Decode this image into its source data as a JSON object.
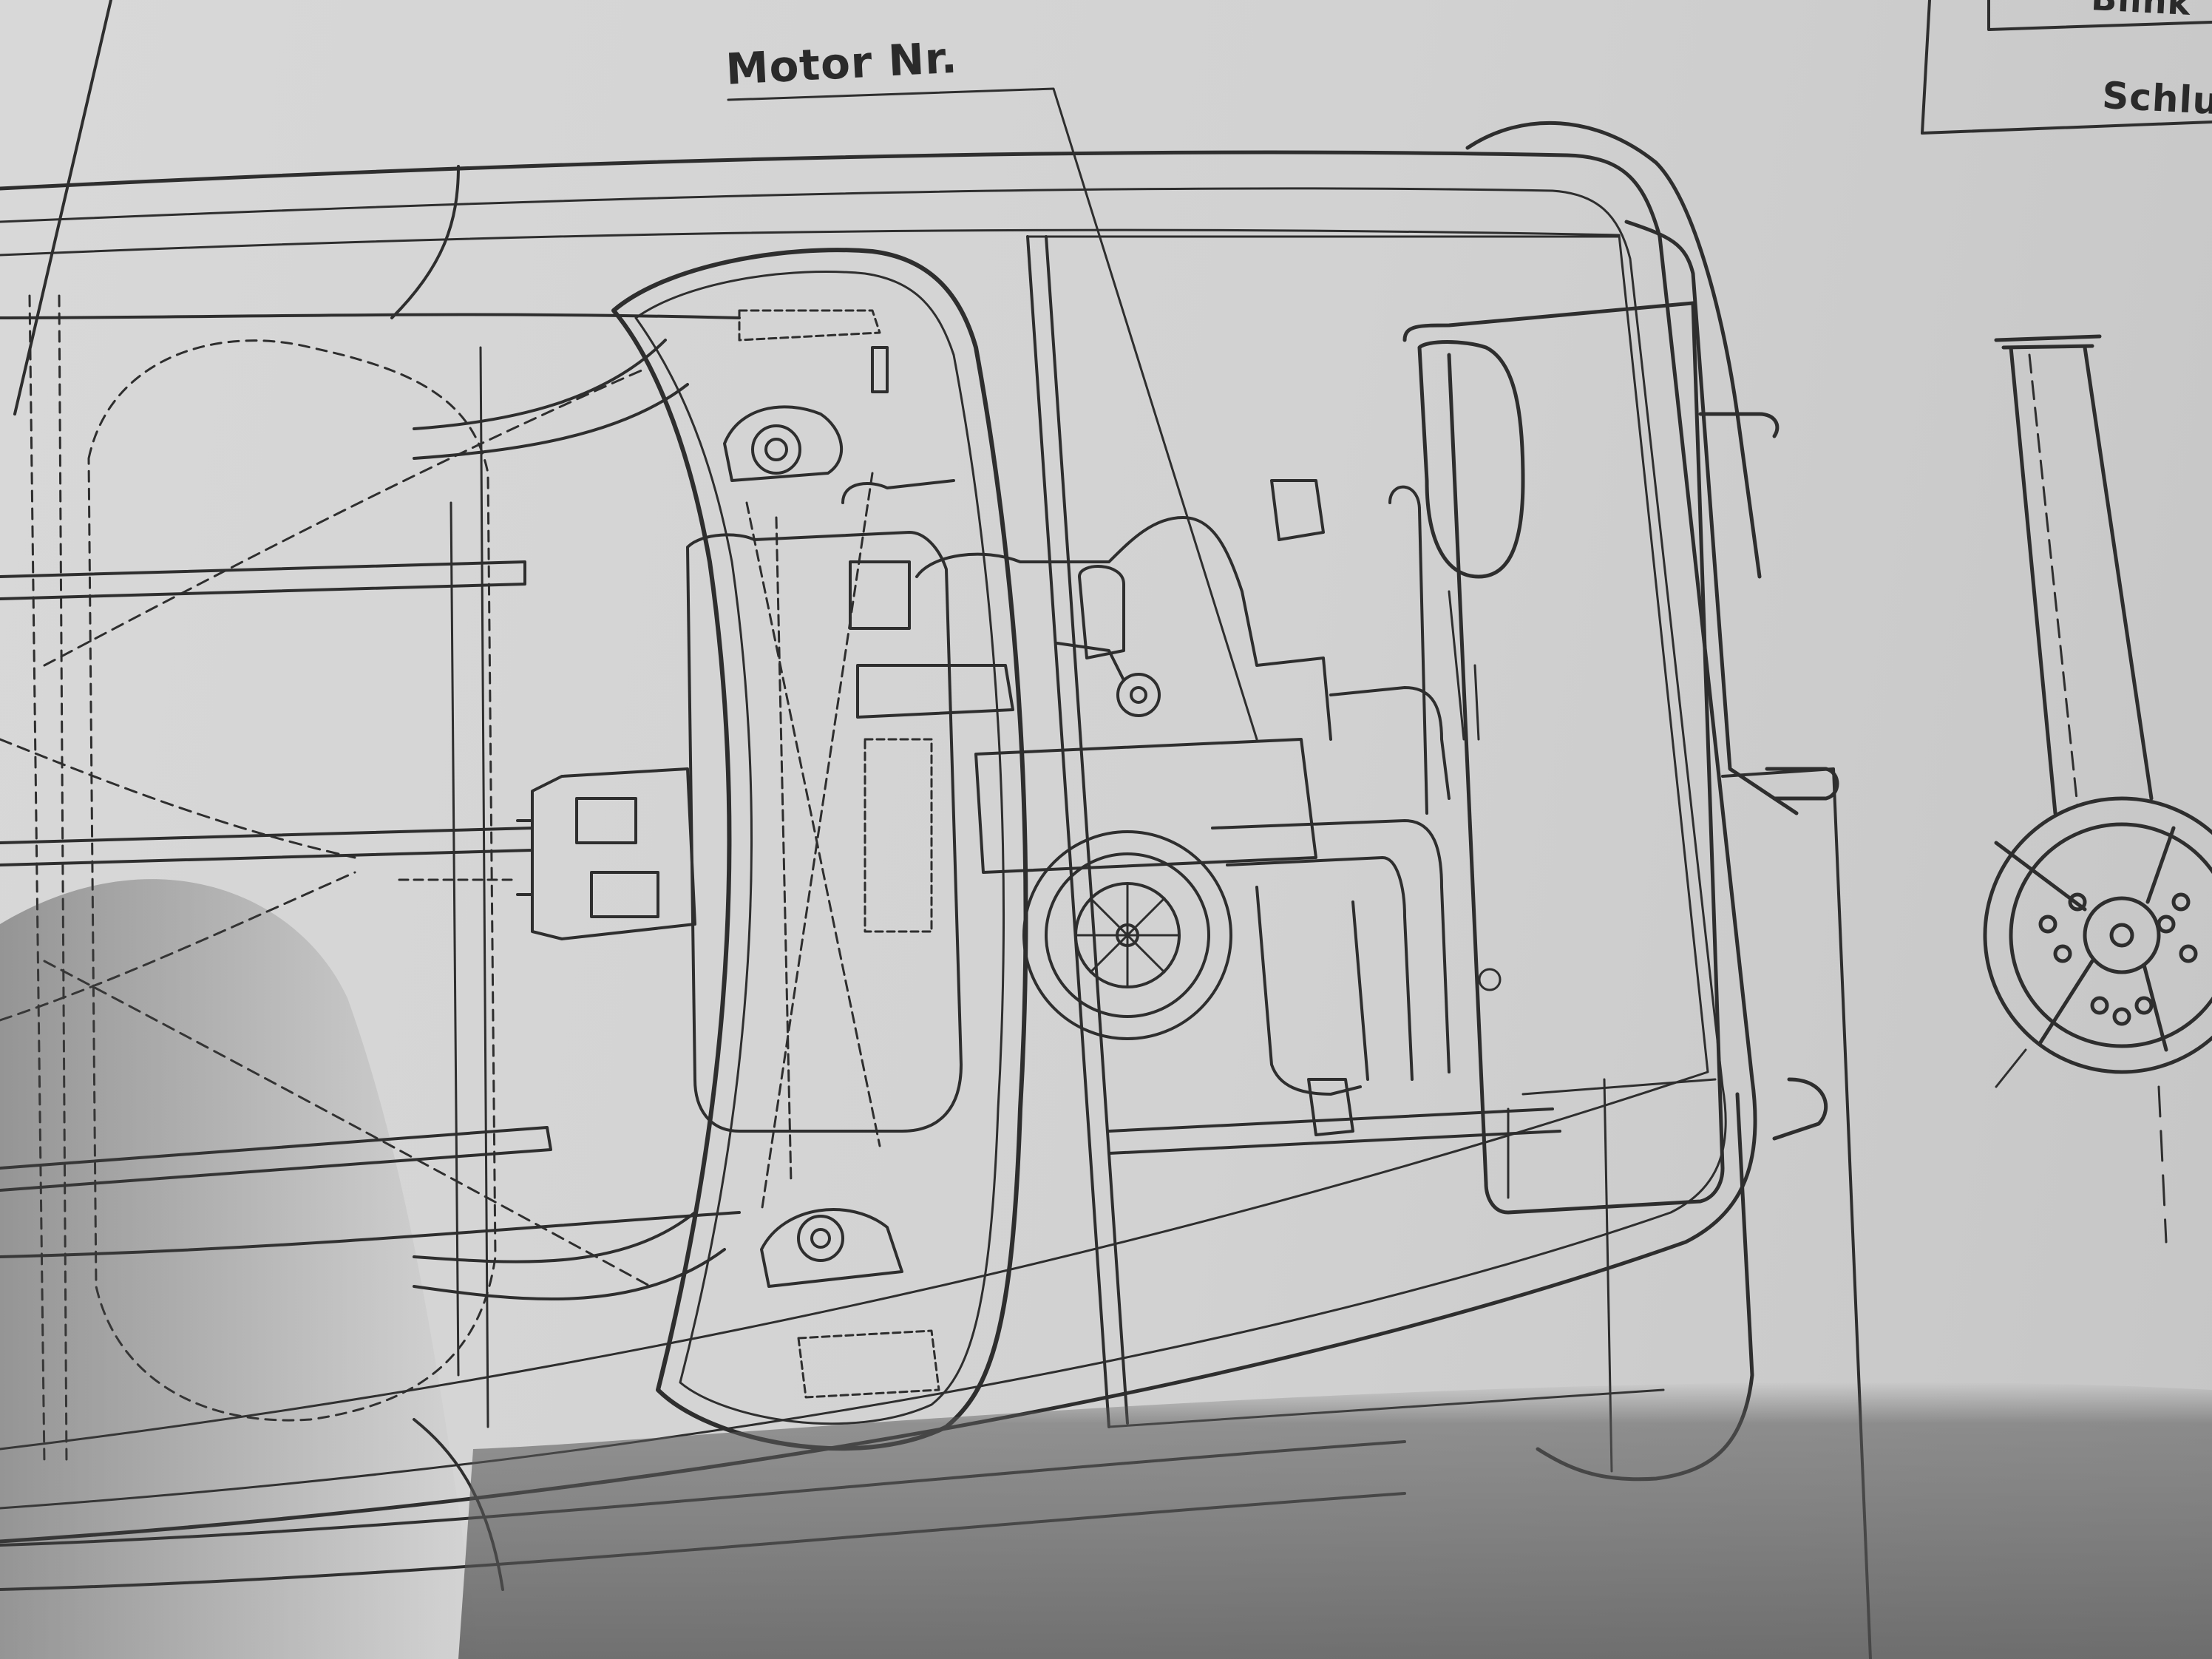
{
  "labels": {
    "motor_number": "Motor Nr.",
    "top_right_upper": "Blink",
    "top_right_lower": "Schlu"
  },
  "colors": {
    "paper": "#d4d4d4",
    "ink": "#2e2e2e",
    "shadow": "#6e6e6e"
  }
}
